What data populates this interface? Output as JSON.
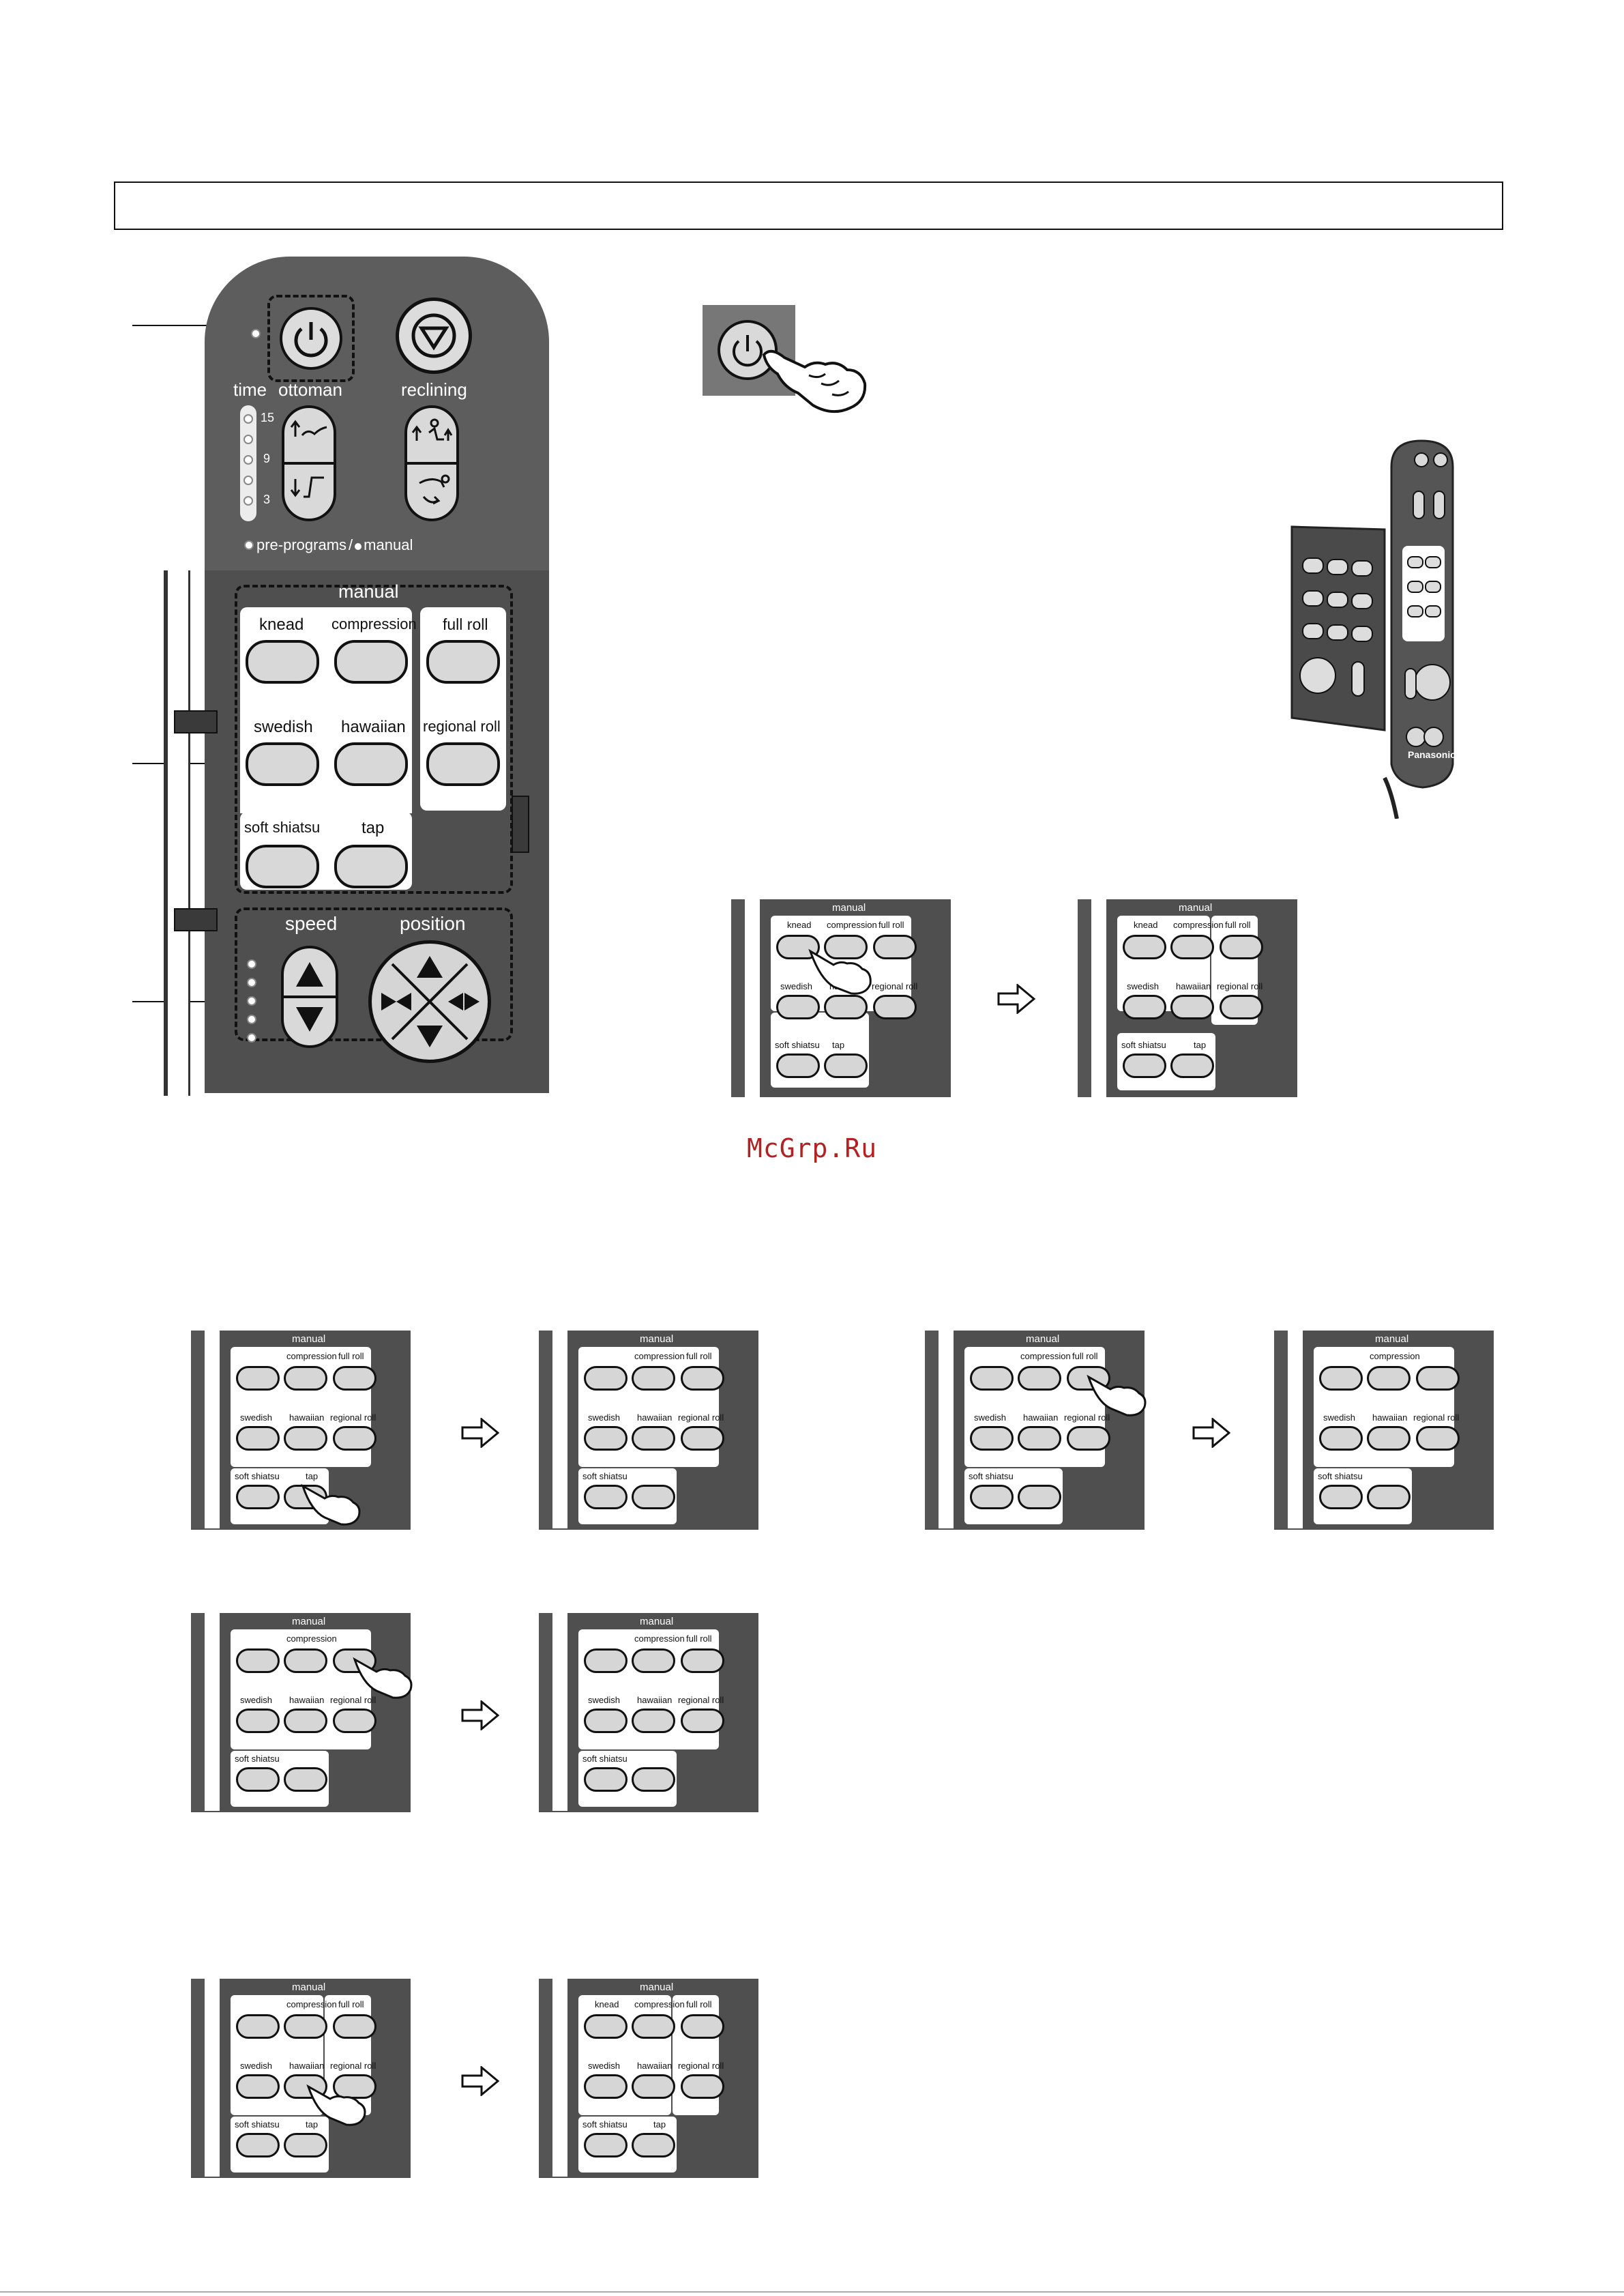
{
  "remote": {
    "time_label": "time",
    "ottoman_label": "ottoman",
    "reclining_label": "reclining",
    "time_ticks": [
      "15",
      "9",
      "3"
    ],
    "mode_label_pre": "pre-programs",
    "mode_sep": "/",
    "mode_label_manual": "manual",
    "manual_header": "manual",
    "manual_buttons": {
      "knead": "knead",
      "compression": "compression",
      "full_roll": "full roll",
      "swedish": "swedish",
      "hawaiian": "hawaiian",
      "regional_roll": "regional roll",
      "soft_shiatsu": "soft shiatsu",
      "tap": "tap"
    },
    "speed_label": "speed",
    "position_label": "position",
    "brand": "Panasonic"
  },
  "mini_panel": {
    "header": "manual",
    "knead": "knead",
    "compression": "compression",
    "full_roll": "full roll",
    "swedish": "swedish",
    "hawaiian": "hawaiian",
    "regional_roll": "regional roll",
    "soft_shiatsu": "soft shiatsu",
    "tap": "tap"
  },
  "watermark": "McGrp.Ru",
  "icons": [
    "power-icon",
    "stop-icon",
    "ottoman-up-icon",
    "ottoman-down-icon",
    "recline-up-icon",
    "recline-down-icon",
    "speed-up-icon",
    "speed-down-icon",
    "position-up-icon",
    "position-down-icon",
    "position-narrow-icon",
    "position-wide-icon",
    "pointing-hand-icon",
    "hollow-arrow-icon"
  ]
}
